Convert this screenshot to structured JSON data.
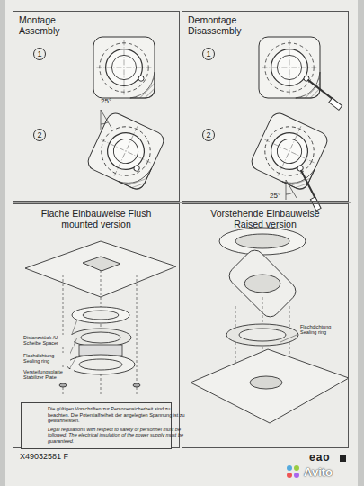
{
  "diagram": {
    "nodes": [
      {
        "text": [
          "Montage Assembly"
        ]
      },
      {
        "text": [
          "1"
        ],
        "in": 0
      },
      {
        "text": [
          "2"
        ],
        "in": 0
      },
      {
        "text": [
          "Demontage Disassembly"
        ]
      },
      {
        "text": [
          "1"
        ],
        "in": 3
      },
      {
        "text": [
          "2"
        ],
        "in": 3
      },
      {
        "text": [
          "Flache Einbauweise Flush mounted version"
        ]
      },
      {
        "text": [
          "Die gültigen Vorschriften zur Personensicherheit sind zu beachten. Die Potentialfreiheit der angelegten Spannung ist zu gewährleisten.",
          "Legal regulations with respect to safety of personnel must be followed. The electrical insulation of the power supply must be guaranteed."
        ],
        "in": 6
      },
      {
        "text": [
          "Vorstehende Einbauweise Raised version"
        ]
      }
    ],
    "edges": [],
    "labels": [
      "25°",
      "25°",
      "Distanzstück /U-Scheibe Spacer",
      "Flachdichtung Sealing ring",
      "Versteifungsplatte Stabilizer Plate",
      "Flachdichtung Sealing ring",
      "X49032581 F",
      "eao",
      "Avito"
    ]
  }
}
